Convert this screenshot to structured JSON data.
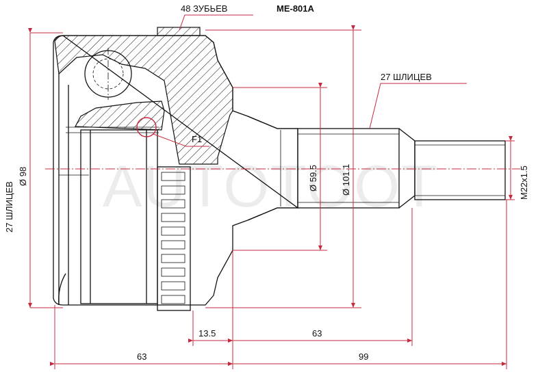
{
  "title": "ME-801A",
  "callouts": {
    "teeth": "48 ЗУБЬЕВ",
    "splines_outer": "27 ШЛИЦЕВ",
    "detail": "F1"
  },
  "left_side": {
    "splines": "27 ШЛИЦЕВ",
    "diameter": "Ø 98"
  },
  "shaft": {
    "diameter_inner": "Ø 59.5",
    "diameter_outer": "Ø 101.1",
    "thread": "M22x1.5"
  },
  "dimensions": {
    "abs_ring": "13.5",
    "shaft_length": "63",
    "housing_length": "63",
    "total_stem": "99"
  },
  "watermark": "AUTOTOOT",
  "colors": {
    "dimension_lines": "#c8283c",
    "outline": "#111111"
  }
}
